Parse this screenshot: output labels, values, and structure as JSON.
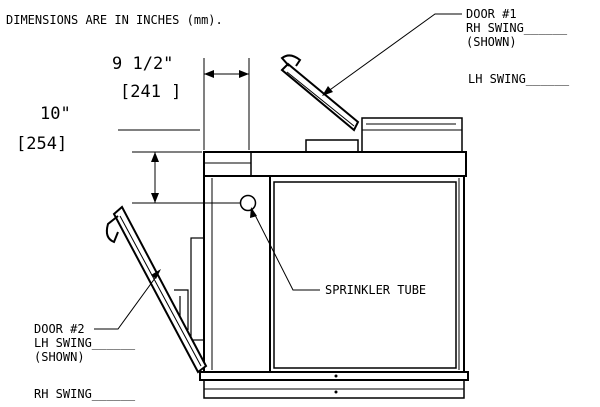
{
  "notes": {
    "dimensions_note": "DIMENSIONS ARE IN INCHES (mm)."
  },
  "dimensions": {
    "horizontal": {
      "imperial": "9 1/2\"",
      "metric": "[241 ]"
    },
    "vertical": {
      "imperial": "10\"",
      "metric": "[254]"
    }
  },
  "callouts": {
    "door1": {
      "title": "DOOR #1",
      "rh_swing": "RH SWING______",
      "shown": "(SHOWN)",
      "lh_swing": "LH SWING______"
    },
    "sprinkler": {
      "label": "SPRINKLER TUBE"
    },
    "door2": {
      "title": "DOOR #2",
      "lh_swing": "LH SWING______",
      "shown": "(SHOWN)",
      "rh_swing": "RH SWING______"
    }
  }
}
